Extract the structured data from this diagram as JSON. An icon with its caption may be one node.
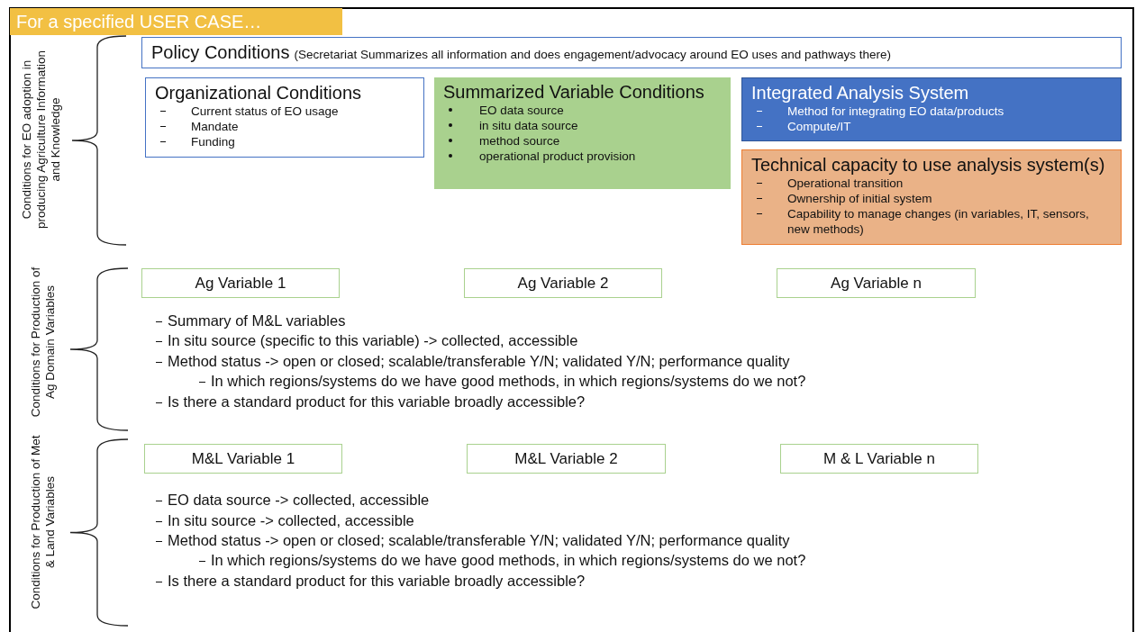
{
  "diagram": {
    "title": "For a specified USER CASE…",
    "nodes": [
      {
        "text": [
          "Policy Conditions",
          "(Secretariat Summarizes all information and does engagement/advocacy around EO uses and pathways there)"
        ]
      },
      {
        "text": [
          "Organizational Conditions",
          "Current status of EO usage",
          "Mandate",
          "Funding"
        ]
      },
      {
        "text": [
          "Summarized Variable Conditions",
          "EO data source",
          "in situ data source",
          "method source",
          "operational product provision"
        ]
      },
      {
        "text": [
          "Integrated Analysis System",
          "Method for integrating EO data/products",
          "Compute/IT"
        ]
      },
      {
        "text": [
          "Technical capacity to use analysis system(s)",
          "Operational transition",
          "Ownership of initial system",
          "Capability to manage changes (in variables, IT, sensors, new methods)"
        ]
      },
      {
        "text": [
          "Ag Variable 1"
        ]
      },
      {
        "text": [
          "Ag Variable 2"
        ]
      },
      {
        "text": [
          "Ag Variable n"
        ]
      },
      {
        "text": [
          "M&L Variable 1"
        ]
      },
      {
        "text": [
          "M&L Variable 2"
        ]
      },
      {
        "text": [
          "M & L Variable n"
        ]
      }
    ],
    "edges": [],
    "labels": [
      "Conditions for EO adoption in producing Agriculture Information and Knowledge",
      "Conditions for Production of Ag Domain Variables",
      "Summary of M&L variables",
      "In situ source (specific to this variable) -> collected, accessible",
      "Method status -> open or closed; scalable/transferable Y/N; validated Y/N; performance quality",
      "In which regions/systems do we have good methods, in which regions/systems do we not?",
      "Is there a standard product for this variable broadly accessible?",
      "Conditions for Production of Met & Land Variables",
      "EO data source -> collected, accessible",
      "In situ source -> collected, accessible",
      "Method status -> open or closed; scalable/transferable Y/N; validated Y/N; performance quality",
      "In which regions/systems do we have good methods, in which regions/systems do we not?",
      "Is there a standard product for this variable broadly accessible?"
    ]
  }
}
